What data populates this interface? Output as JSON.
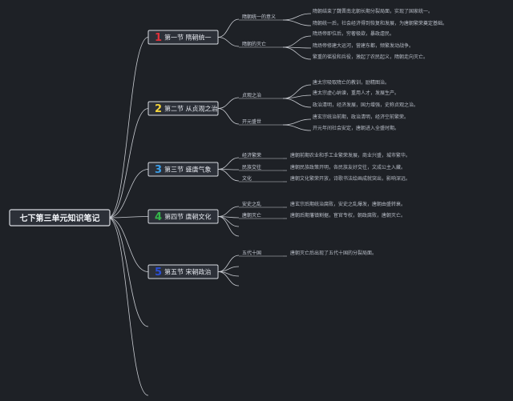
{
  "root": {
    "label": "七下第三单元知识笔记"
  },
  "colors": {
    "background": "#1e2126",
    "line": "#c9ccd2",
    "box_fill": "#2c3038",
    "box_border": "#d7dae0"
  },
  "topics": [
    {
      "number": "1",
      "number_color": "#e0303a",
      "label": "第一节 隋朝统一",
      "branches": [
        {
          "label": "隋朝统一的意义",
          "leaves": [
            "隋朝结束了魏晋南北朝长期分裂局面，实现了国家统一。",
            "隋朝统一后，社会经济得到恢复和发展，为唐朝繁荣奠定基础。"
          ]
        },
        {
          "label": "隋朝的灭亡",
          "leaves": [
            "隋炀帝即位后，穷奢极欲，暴政虐民。",
            "隋炀帝修建大运河，营建东都，频繁发动战争。",
            "繁重的徭役和兵役，激起了农民起义，隋朝走向灭亡。"
          ]
        }
      ]
    },
    {
      "number": "2",
      "number_color": "#f2d23a",
      "label": "第二节 从贞观之治",
      "branches": [
        {
          "label": "贞观之治",
          "leaves": [
            "唐太宗吸取隋亡的教训，励精图治。",
            "唐太宗虚心纳谏，重用人才，发展生产。",
            "政治清明，经济发展，国力增强，史称贞观之治。"
          ]
        },
        {
          "label": "开元盛世",
          "leaves": [
            "唐玄宗统治前期，政治清明，经济空前繁荣。",
            "开元年间社会安定，唐朝进入全盛时期。"
          ]
        }
      ]
    },
    {
      "number": "3",
      "number_color": "#3a9ee8",
      "label": "第三节 盛唐气象",
      "branches": [
        {
          "label": "经济繁荣",
          "leaves": [
            "唐朝前期农业和手工业繁荣发展，商业兴盛，城市繁华。"
          ]
        },
        {
          "label": "民族交往",
          "leaves": [
            "唐朝民族政策开明，各民族友好交往，文成公主入藏。"
          ]
        },
        {
          "label": "文化",
          "leaves": [
            "唐朝文化繁荣开放，诗歌书法绘画成就突出，影响深远。"
          ]
        }
      ]
    },
    {
      "number": "4",
      "number_color": "#35b84a",
      "label": "第四节 唐朝文化",
      "branches": [
        {
          "label": "安史之乱",
          "leaves": [
            "唐玄宗后期统治腐败，安史之乱爆发，唐朝由盛转衰。"
          ]
        },
        {
          "label": "唐朝灭亡",
          "leaves": [
            "唐朝后期藩镇割据，宦官专权，朝政腐败，唐朝灭亡。"
          ]
        }
      ]
    },
    {
      "number": "5",
      "number_color": "#2a4fd6",
      "label": "第五节 宋朝政治",
      "branches": [
        {
          "label": "五代十国",
          "leaves": [
            "唐朝灭亡后出现了五代十国的分裂局面。"
          ]
        }
      ]
    }
  ]
}
